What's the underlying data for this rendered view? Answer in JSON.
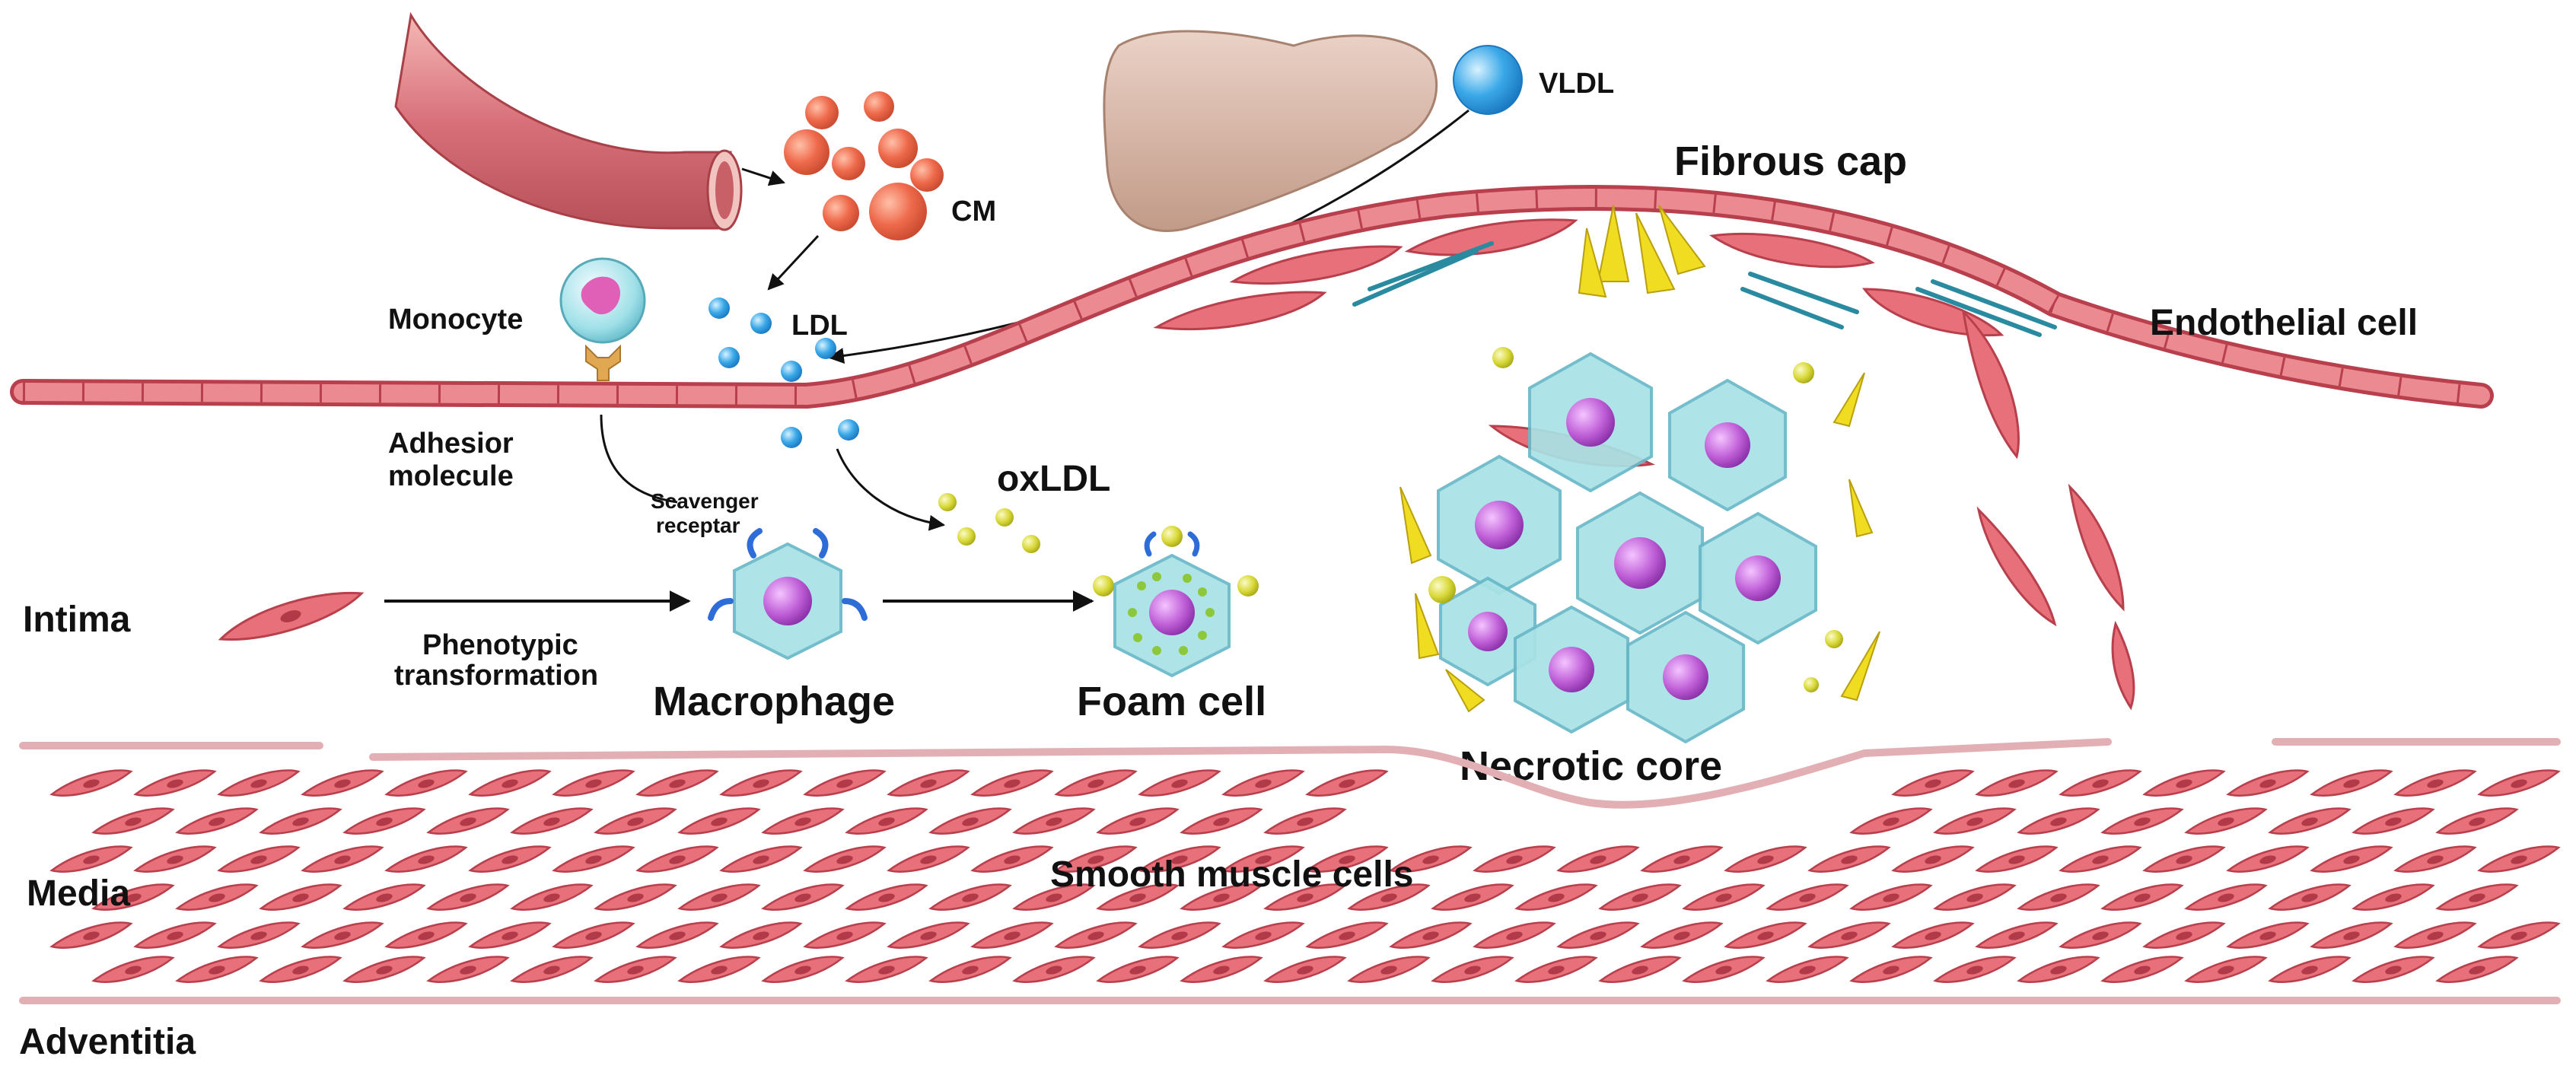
{
  "labels": {
    "vldl": "VLDL",
    "fibrous_cap": "Fibrous cap",
    "cm": "CM",
    "ldl": "LDL",
    "monocyte": "Monocyte",
    "endothelial_cell": "Endothelial cell",
    "adhesion_line1": "Adhesior",
    "adhesion_line2": "molecule",
    "scavenger_line1": "Scavenger",
    "scavenger_line2": "receptar",
    "oxldl": "oxLDL",
    "intima": "Intima",
    "phenotypic_line1": "Phenotypic",
    "phenotypic_line2": "transformation",
    "macrophage": "Macrophage",
    "foam_cell": "Foam cell",
    "necrotic_core": "Necrotic core",
    "media": "Media",
    "smooth_muscle_cells": "Smooth muscle cells",
    "adventitia": "Adventitia"
  },
  "colors": {
    "cell_fill": "#e8707a",
    "cell_stroke": "#b8404c",
    "nucleus": "#b03a48",
    "cm_particle": "#ef6a4c",
    "ldl_particle": "#3aa8e8",
    "oxldl_particle": "#d8d838",
    "macrophage_body": "#a8e2e6",
    "macrophage_nucleus": "#c060d8",
    "crystal": "#f0dc20",
    "liver": "#d9b8a8",
    "membrane": "#e2b0b4"
  }
}
